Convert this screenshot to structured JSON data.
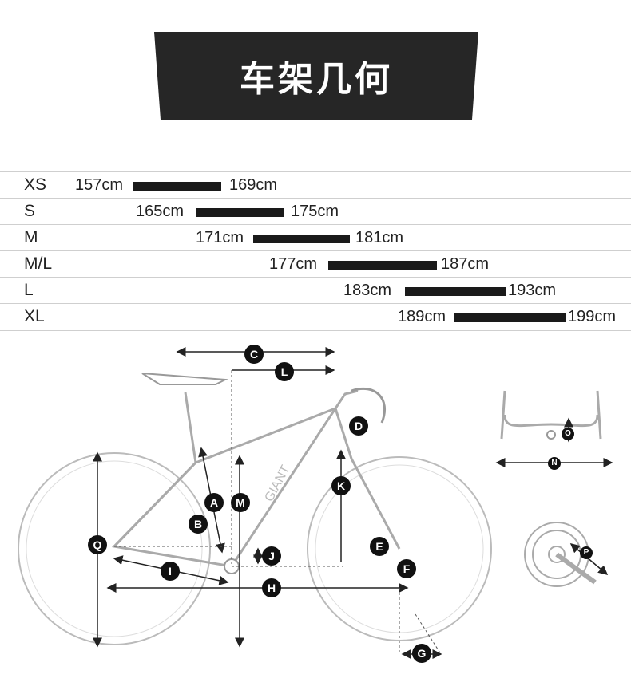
{
  "title": "车架几何",
  "sizes": [
    {
      "label": "XS",
      "min": "157cm",
      "max": "169cm"
    },
    {
      "label": "S",
      "min": "165cm",
      "max": "175cm"
    },
    {
      "label": "M",
      "min": "171cm",
      "max": "181cm"
    },
    {
      "label": "M/L",
      "min": "177cm",
      "max": "187cm"
    },
    {
      "label": "L",
      "min": "183cm",
      "max": "193cm"
    },
    {
      "label": "XL",
      "min": "189cm",
      "max": "199cm"
    }
  ],
  "markers": {
    "A": "A",
    "B": "B",
    "C": "C",
    "D": "D",
    "E": "E",
    "F": "F",
    "G": "G",
    "H": "H",
    "I": "I",
    "J": "J",
    "K": "K",
    "L": "L",
    "M": "M",
    "N": "N",
    "O": "O",
    "P": "P",
    "Q": "Q"
  },
  "frame_logo": "GIANT"
}
